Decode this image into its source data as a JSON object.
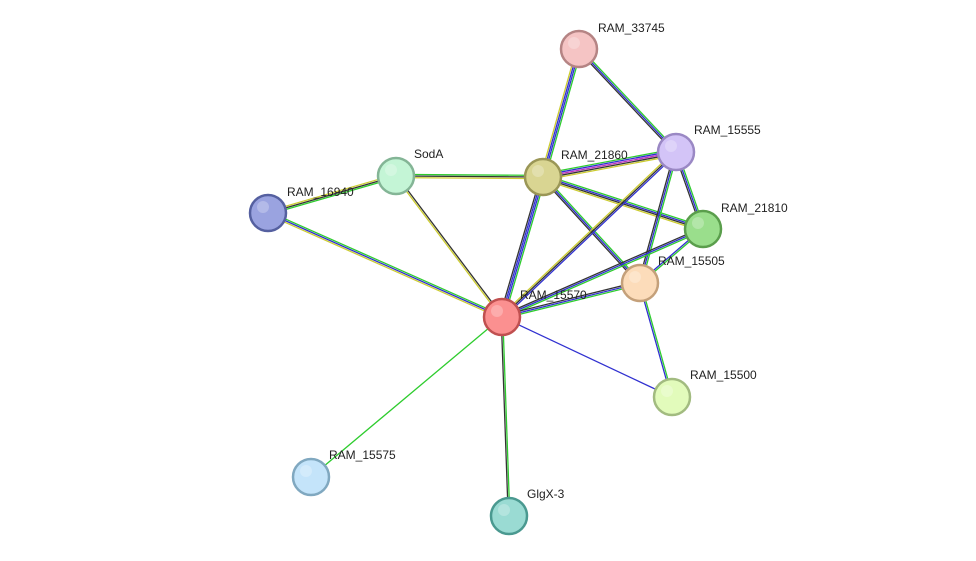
{
  "network": {
    "nodes": [
      {
        "id": "RAM_33745",
        "label": "RAM_33745",
        "fill": "#f5c4c4",
        "stroke": "#b58484"
      },
      {
        "id": "RAM_15555",
        "label": "RAM_15555",
        "fill": "#d3c4f7",
        "stroke": "#9a88c4"
      },
      {
        "id": "SodA",
        "label": "SodA",
        "fill": "#c4f5d6",
        "stroke": "#84b596"
      },
      {
        "id": "RAM_21860",
        "label": "RAM_21860",
        "fill": "#d9d592",
        "stroke": "#9a9656"
      },
      {
        "id": "RAM_16940",
        "label": "RAM_16940",
        "fill": "#9aa3e0",
        "stroke": "#5560a0"
      },
      {
        "id": "RAM_21810",
        "label": "RAM_21810",
        "fill": "#9ade8c",
        "stroke": "#5a9e4c"
      },
      {
        "id": "RAM_15505",
        "label": "RAM_15505",
        "fill": "#fcdcba",
        "stroke": "#c4a07a"
      },
      {
        "id": "RAM_15570",
        "label": "RAM_15570",
        "fill": "#fb9090",
        "stroke": "#c05050"
      },
      {
        "id": "RAM_15500",
        "label": "RAM_15500",
        "fill": "#e2fbbb",
        "stroke": "#a2bb80"
      },
      {
        "id": "RAM_15575",
        "label": "RAM_15575",
        "fill": "#c4e4fa",
        "stroke": "#80a8c0"
      },
      {
        "id": "GlgX-3",
        "label": "GlgX-3",
        "fill": "#9adbd3",
        "stroke": "#4a9990"
      }
    ],
    "edges": [
      {
        "source": "RAM_33745",
        "target": "RAM_21860",
        "colors": [
          "#2ecc2e",
          "#3030d0",
          "#3030d0",
          "#cccc30"
        ]
      },
      {
        "source": "RAM_33745",
        "target": "RAM_15555",
        "colors": [
          "#2ecc2e",
          "#3030d0",
          "#333333"
        ]
      },
      {
        "source": "SodA",
        "target": "RAM_21860",
        "colors": [
          "#2ecc2e",
          "#333333",
          "#cccc30"
        ]
      },
      {
        "source": "SodA",
        "target": "RAM_16940",
        "colors": [
          "#2ecc2e",
          "#333333",
          "#cccc30"
        ]
      },
      {
        "source": "SodA",
        "target": "RAM_15570",
        "colors": [
          "#333333",
          "#cccc30"
        ]
      },
      {
        "source": "RAM_16940",
        "target": "RAM_15570",
        "colors": [
          "#2ecc2e",
          "#3030d0",
          "#cccc30"
        ]
      },
      {
        "source": "RAM_21860",
        "target": "RAM_15555",
        "colors": [
          "#2ecc2e",
          "#3030d0",
          "#c030c0",
          "#333333",
          "#cccc30"
        ]
      },
      {
        "source": "RAM_21860",
        "target": "RAM_21810",
        "colors": [
          "#2ecc2e",
          "#3030d0",
          "#333333",
          "#cccc30"
        ]
      },
      {
        "source": "RAM_21860",
        "target": "RAM_15505",
        "colors": [
          "#2ecc2e",
          "#3030d0",
          "#333333"
        ]
      },
      {
        "source": "RAM_21860",
        "target": "RAM_15570",
        "colors": [
          "#2ecc2e",
          "#3030d0",
          "#3030d0",
          "#333333"
        ]
      },
      {
        "source": "RAM_15555",
        "target": "RAM_21810",
        "colors": [
          "#2ecc2e",
          "#3030d0",
          "#333333"
        ]
      },
      {
        "source": "RAM_15555",
        "target": "RAM_15505",
        "colors": [
          "#2ecc2e",
          "#3030d0",
          "#333333"
        ]
      },
      {
        "source": "RAM_15555",
        "target": "RAM_15570",
        "colors": [
          "#3030d0",
          "#333333",
          "#cccc30"
        ]
      },
      {
        "source": "RAM_21810",
        "target": "RAM_15505",
        "colors": [
          "#2ecc2e",
          "#3030d0"
        ]
      },
      {
        "source": "RAM_21810",
        "target": "RAM_15570",
        "colors": [
          "#2ecc2e",
          "#3030d0",
          "#333333"
        ]
      },
      {
        "source": "RAM_15505",
        "target": "RAM_15570",
        "colors": [
          "#2ecc2e",
          "#3030d0",
          "#333333"
        ]
      },
      {
        "source": "RAM_15505",
        "target": "RAM_15500",
        "colors": [
          "#2ecc2e",
          "#3030d0"
        ]
      },
      {
        "source": "RAM_15570",
        "target": "RAM_15500",
        "colors": [
          "#3030d0"
        ]
      },
      {
        "source": "RAM_15570",
        "target": "RAM_15575",
        "colors": [
          "#2ecc2e"
        ]
      },
      {
        "source": "RAM_15570",
        "target": "GlgX-3",
        "colors": [
          "#2ecc2e",
          "#333333"
        ]
      }
    ]
  }
}
